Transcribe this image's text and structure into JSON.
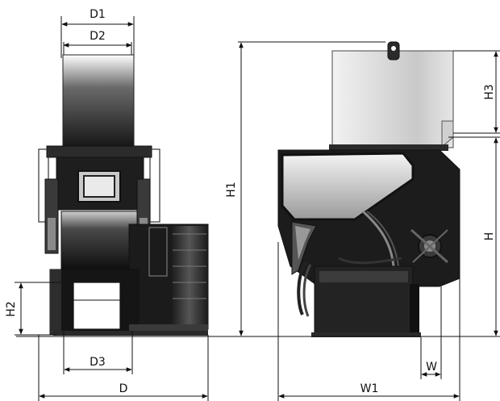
{
  "dimension_labels": {
    "d1": "D1",
    "d2": "D2",
    "d3": "D3",
    "d": "D",
    "h1": "H1",
    "h2": "H2",
    "h3": "H3",
    "h": "H",
    "w": "W",
    "w1": "W1"
  },
  "colors": {
    "body_dark": "#2a2a2a",
    "body_black": "#141414",
    "hopper_light": "#d9d9d9",
    "line": "#111111"
  }
}
